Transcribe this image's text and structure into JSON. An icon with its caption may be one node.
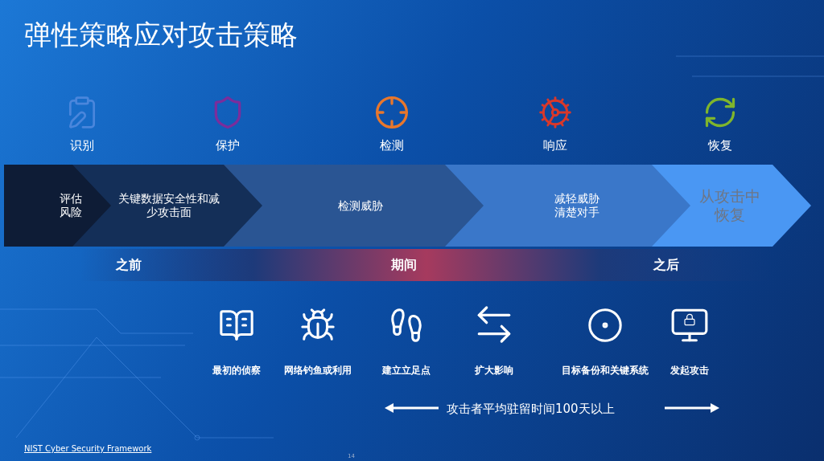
{
  "diagram": {
    "title": "弹性策略应对攻击策略",
    "nodes": [
      {
        "text": [
          "评估风险"
        ]
      },
      {
        "text": [
          "关键数据安全性和减少攻击面"
        ]
      },
      {
        "text": [
          "检测威胁"
        ]
      },
      {
        "text": [
          "减轻威胁清楚对手"
        ]
      },
      {
        "text": [
          "从攻击中恢复"
        ]
      }
    ],
    "labels": [
      "识别",
      "保护",
      "检测",
      "响应",
      "恢复",
      "之前",
      "期间",
      "之后",
      "最初的侦察",
      "网络钓鱼或利用",
      "建立立足点",
      "扩大影响",
      "目标备份和关键系统",
      "发起攻击",
      "攻击者平均驻留时间100天以上",
      "NIST Cyber Security Framework",
      "14"
    ]
  }
}
